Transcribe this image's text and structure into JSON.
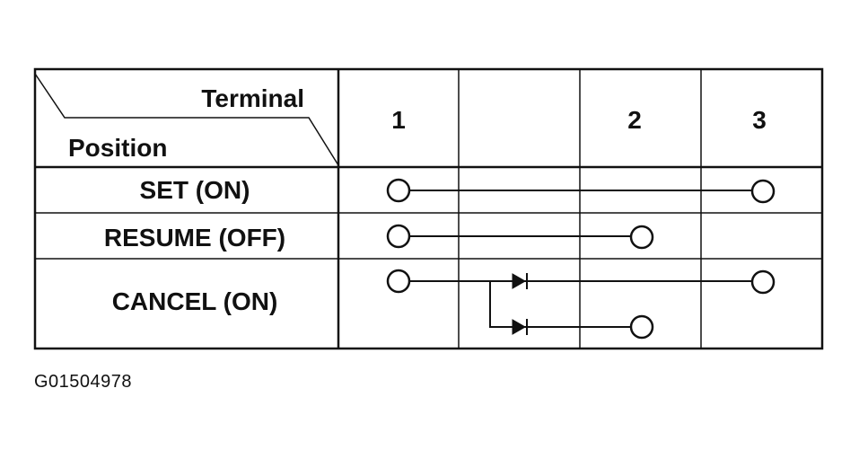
{
  "header": {
    "terminal_label": "Terminal",
    "position_label": "Position"
  },
  "columns": [
    {
      "label": "1"
    },
    {
      "label": ""
    },
    {
      "label": "2"
    },
    {
      "label": "3"
    }
  ],
  "rows": [
    {
      "label": "SET (ON)"
    },
    {
      "label": "RESUME (OFF)"
    },
    {
      "label": "CANCEL (ON)"
    }
  ],
  "connections": [
    {
      "position": "SET (ON)",
      "from": "1",
      "to": "3",
      "diode": false
    },
    {
      "position": "RESUME (OFF)",
      "from": "1",
      "to": "2",
      "diode": false
    },
    {
      "position": "CANCEL (ON)",
      "from": "1",
      "to": "3",
      "diode": true
    },
    {
      "position": "CANCEL (ON)",
      "from": "1",
      "to": "2",
      "diode": true
    }
  ],
  "figure_code": "G01504978",
  "colors": {
    "ink": "#111111",
    "background": "#ffffff"
  }
}
